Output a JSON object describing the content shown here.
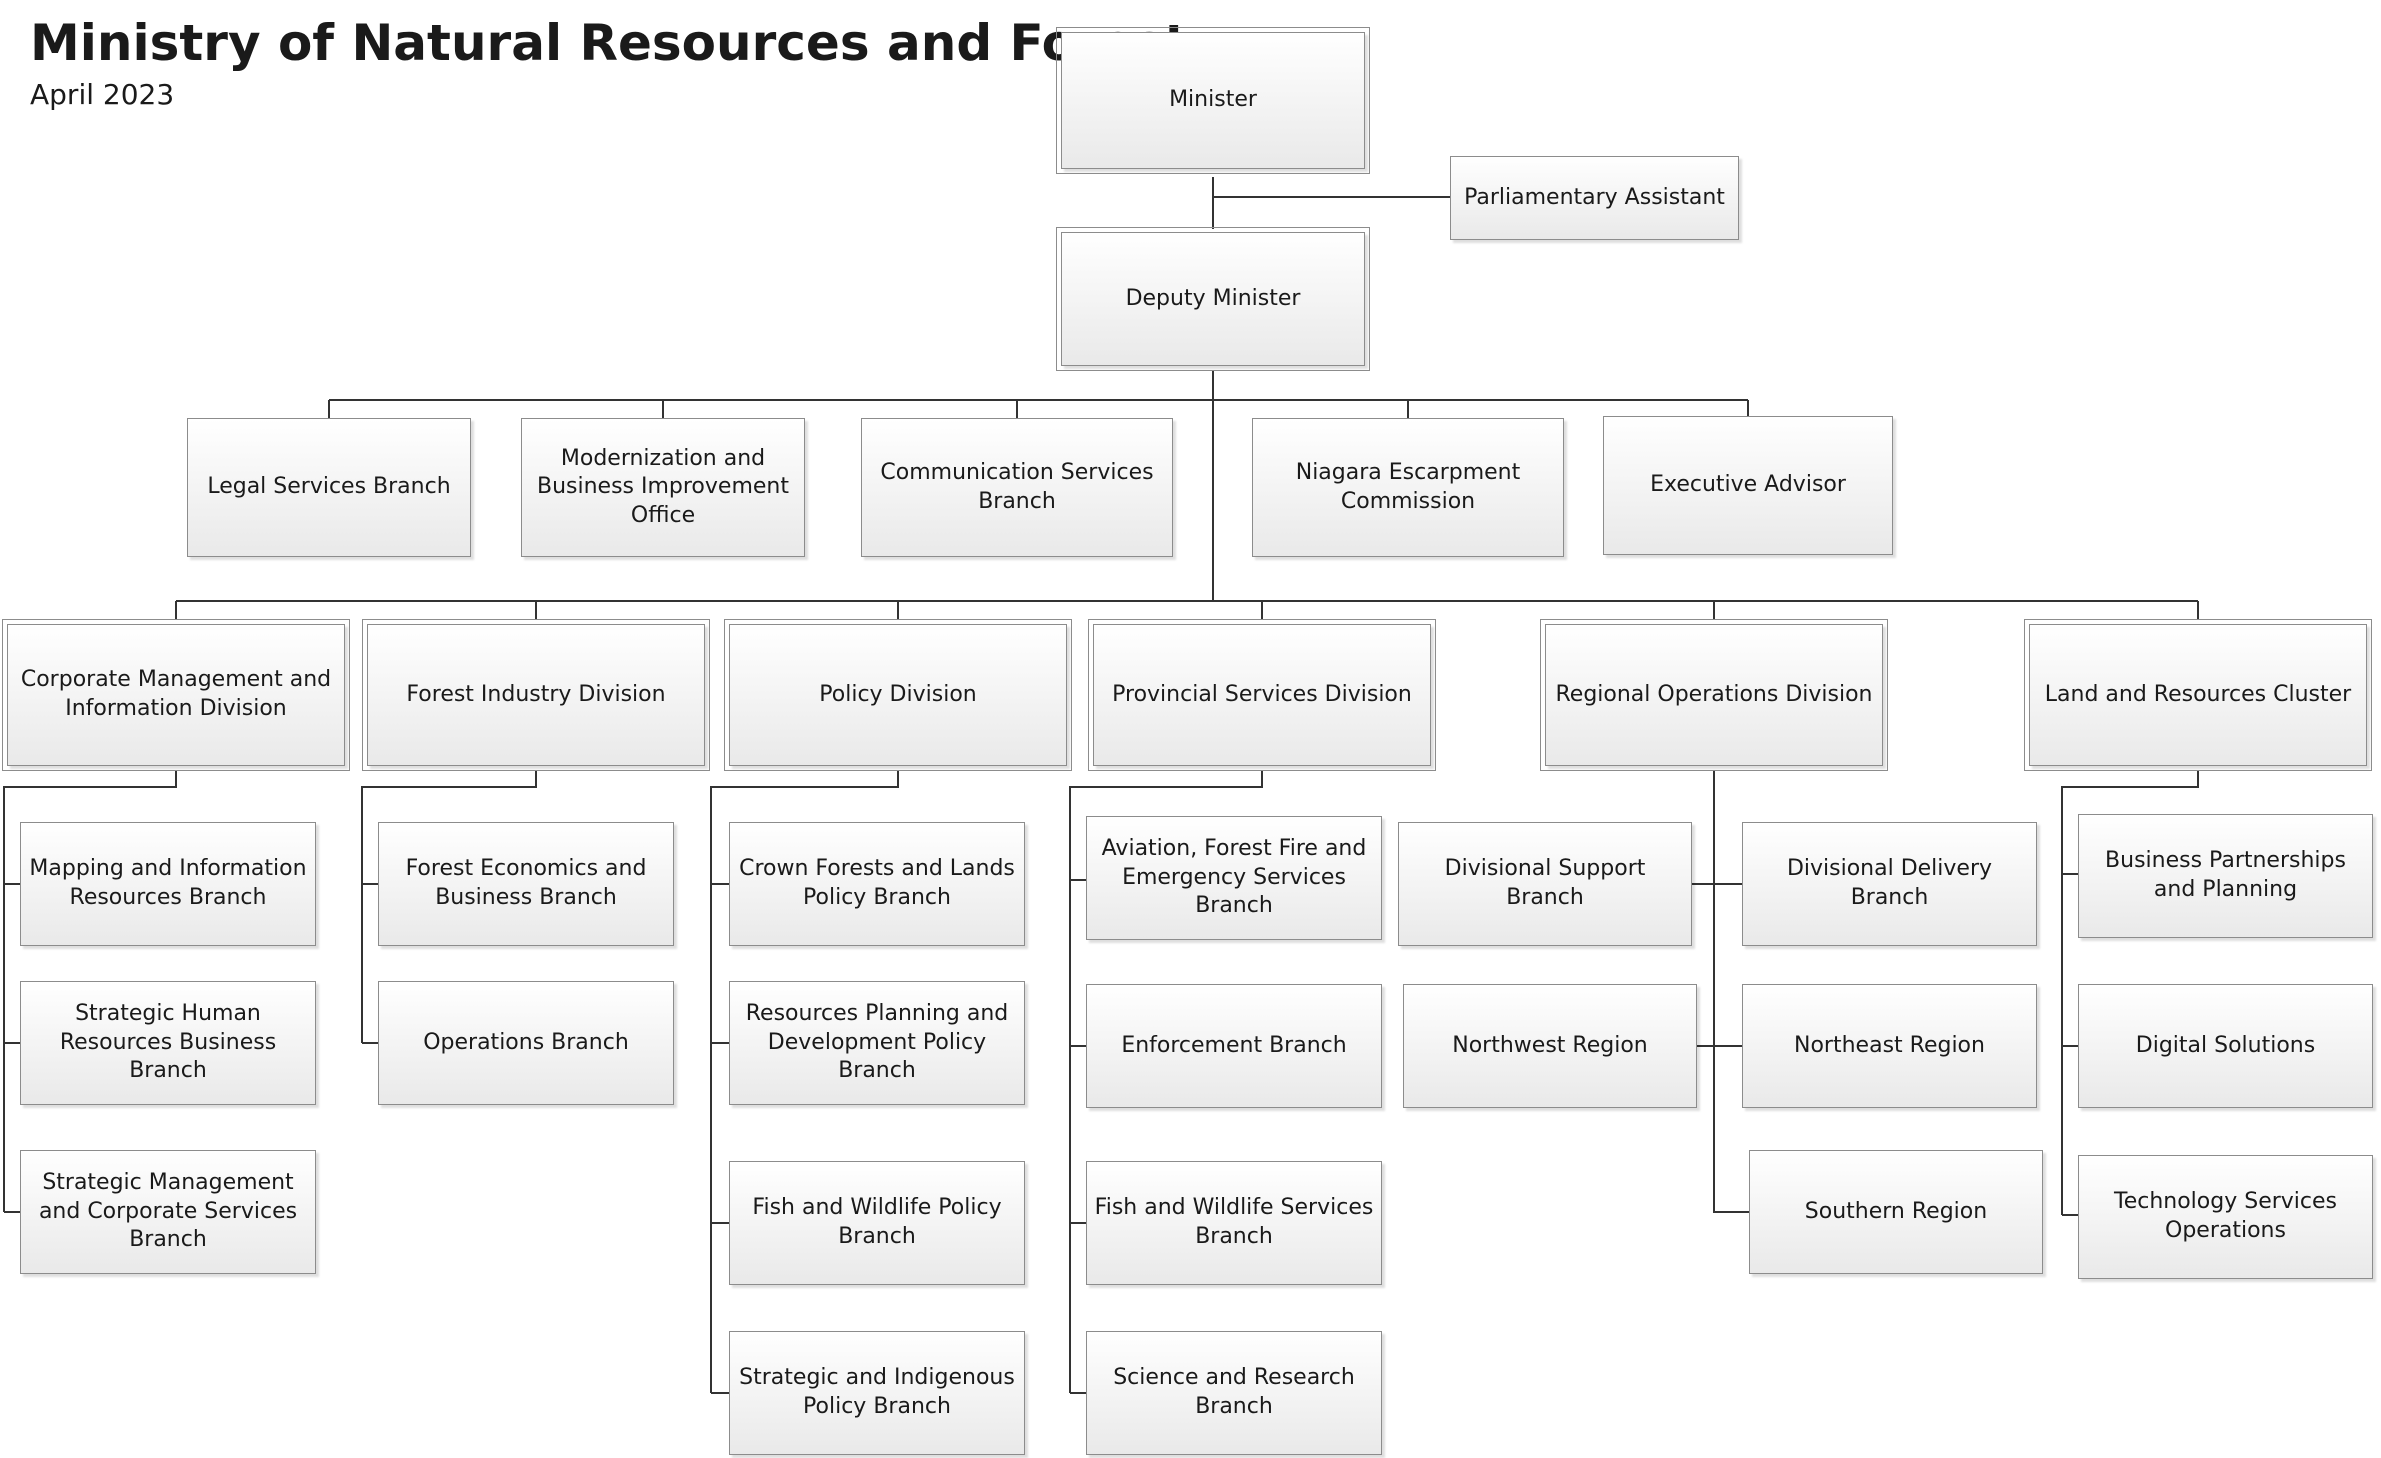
{
  "title": "Ministry of Natural Resources and Forestry",
  "subtitle": "April 2023",
  "nodes": {
    "minister": "Minister",
    "parliamentary_assistant": "Parliamentary Assistant",
    "deputy_minister": "Deputy Minister",
    "legal_services": "Legal Services Branch",
    "modernization": "Modernization and Business Improvement Office",
    "communication": "Communication Services Branch",
    "niagara": "Niagara Escarpment Commission",
    "executive_advisor": "Executive Advisor",
    "corporate_mgmt": "Corporate Management and Information Division",
    "mapping": "Mapping and Information Resources Branch",
    "strategic_hr": "Strategic Human Resources Business Branch",
    "strategic_mgmt": "Strategic Management and Corporate Services Branch",
    "forest_industry": "Forest Industry Division",
    "forest_economics": "Forest Economics and Business Branch",
    "operations": "Operations Branch",
    "policy_division": "Policy Division",
    "crown_forests": "Crown Forests and Lands Policy Branch",
    "resources_planning": "Resources Planning and Development Policy Branch",
    "fish_wildlife_policy": "Fish and Wildlife Policy Branch",
    "strategic_indigenous": "Strategic and Indigenous Policy Branch",
    "provincial_services": "Provincial Services Division",
    "aviation": "Aviation, Forest Fire and Emergency Services Branch",
    "enforcement": "Enforcement Branch",
    "fish_wildlife_services": "Fish and Wildlife Services Branch",
    "science_research": "Science and Research Branch",
    "regional_operations": "Regional Operations Division",
    "divisional_support": "Divisional Support Branch",
    "divisional_delivery": "Divisional Delivery Branch",
    "northwest": "Northwest Region",
    "northeast": "Northeast Region",
    "southern": "Southern Region",
    "land_resources": "Land and Resources Cluster",
    "business_partnerships": "Business Partnerships and Planning",
    "digital_solutions": "Digital Solutions",
    "technology_services": "Technology Services Operations"
  }
}
